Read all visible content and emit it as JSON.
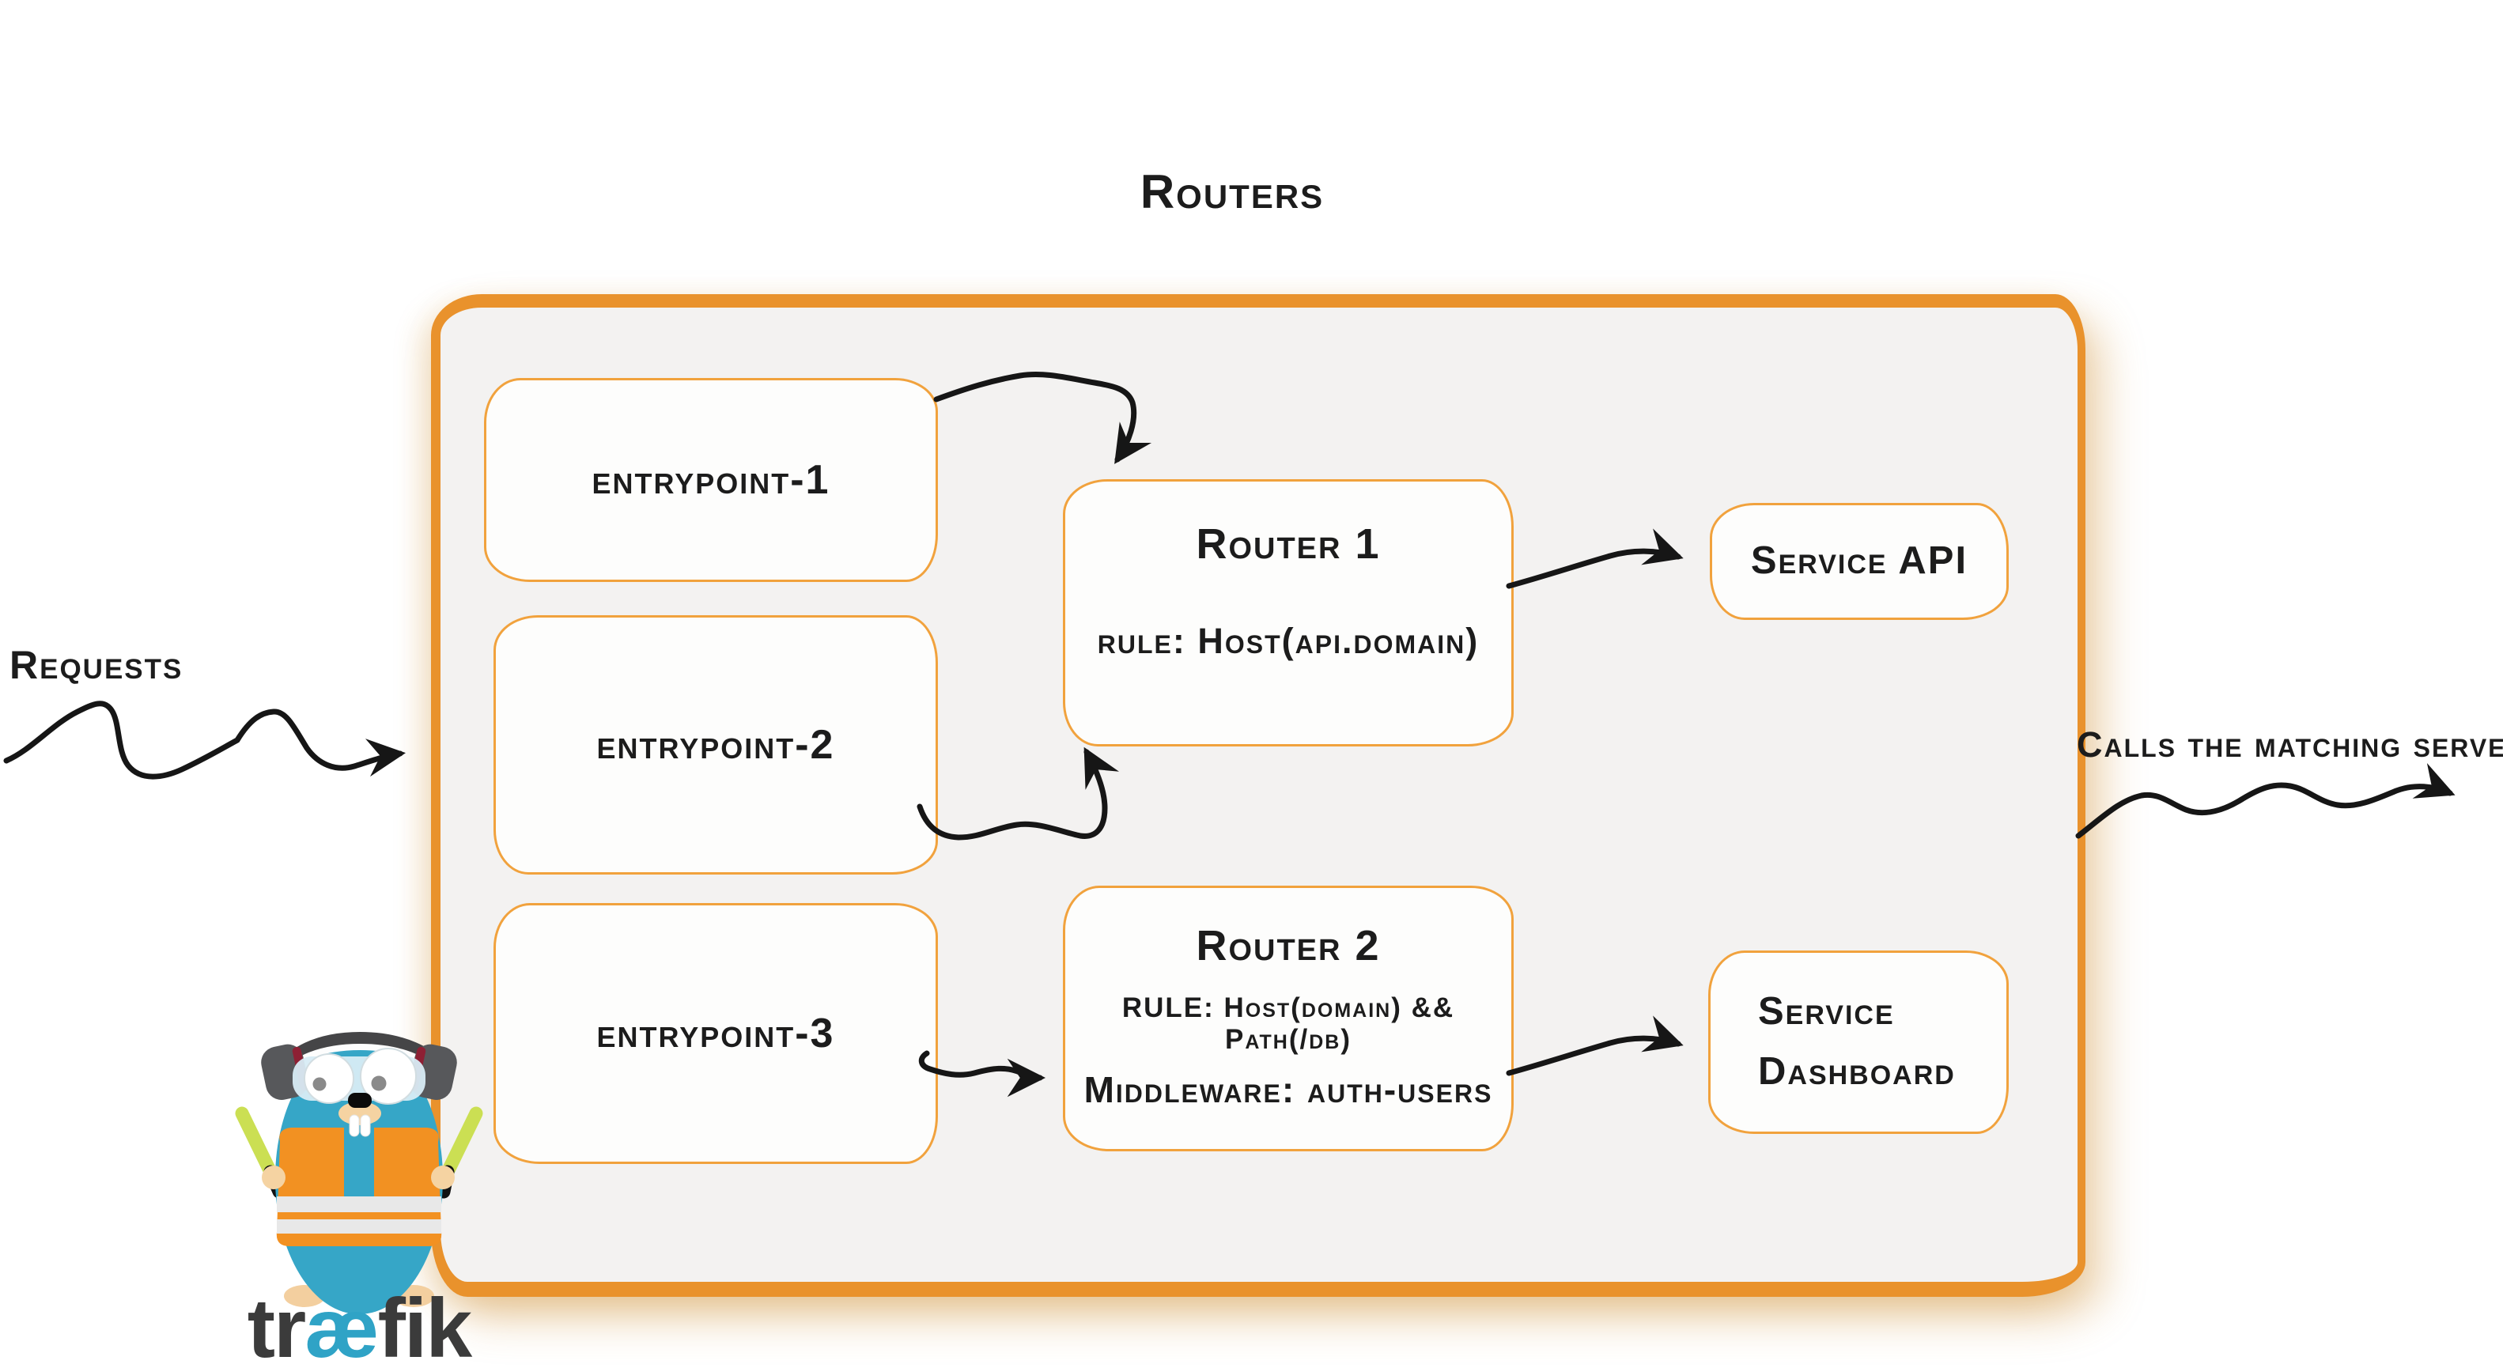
{
  "title": "Routers",
  "labels": {
    "requests": "Requests",
    "calls": "Calls the matching server"
  },
  "entrypoints": [
    {
      "label": "entrypoint-1"
    },
    {
      "label": "entrypoint-2"
    },
    {
      "label": "entrypoint-3"
    }
  ],
  "routers": [
    {
      "title": "Router 1",
      "rule": "rule: Host(api.domain)"
    },
    {
      "title": "Router 2",
      "rule": "RULE: Host(domain) && Path(/db)",
      "middleware": "Middleware: auth-users"
    }
  ],
  "services": [
    {
      "lines": [
        "Service API"
      ]
    },
    {
      "lines": [
        "Service",
        "Dashboard"
      ]
    }
  ],
  "logo": {
    "tr": "tr",
    "ae": "æ",
    "fik": "fik"
  },
  "colors": {
    "container_border": "#E9922C",
    "box_border": "#F1A23D",
    "ink": "#1C1C1C",
    "arrow_black": "#161616",
    "gopher_teal": "#36A6C7",
    "vest_orange": "#F29122",
    "baton_green": "#CBDF53",
    "container_fill": "#F3F2F1"
  }
}
